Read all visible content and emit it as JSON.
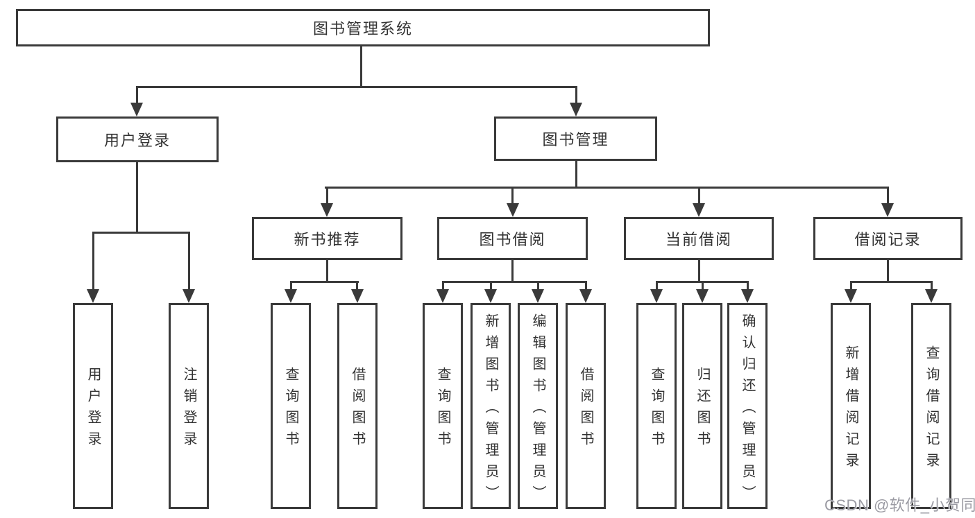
{
  "tree": {
    "root": "图书管理系统",
    "branches": [
      {
        "label": "用户登录",
        "children": [
          "用户登录",
          "注销登录"
        ]
      },
      {
        "label": "图书管理",
        "children": [
          {
            "label": "新书推荐",
            "children": [
              "查询图书",
              "借阅图书"
            ]
          },
          {
            "label": "图书借阅",
            "children": [
              "查询图书",
              "新增图书（管理员）",
              "编辑图书（管理员）",
              "借阅图书"
            ]
          },
          {
            "label": "当前借阅",
            "children": [
              "查询图书",
              "归还图书",
              "确认归还（管理员）"
            ]
          },
          {
            "label": "借阅记录",
            "children": [
              "新增借阅记录",
              "查询借阅记录"
            ]
          }
        ]
      }
    ]
  },
  "watermark": {
    "text": "CSDN @软件_小贺同学"
  },
  "colors": {
    "line": "#3a3a3a",
    "text": "#333333",
    "background": "#ffffff",
    "watermark": "#9b9ba3"
  }
}
